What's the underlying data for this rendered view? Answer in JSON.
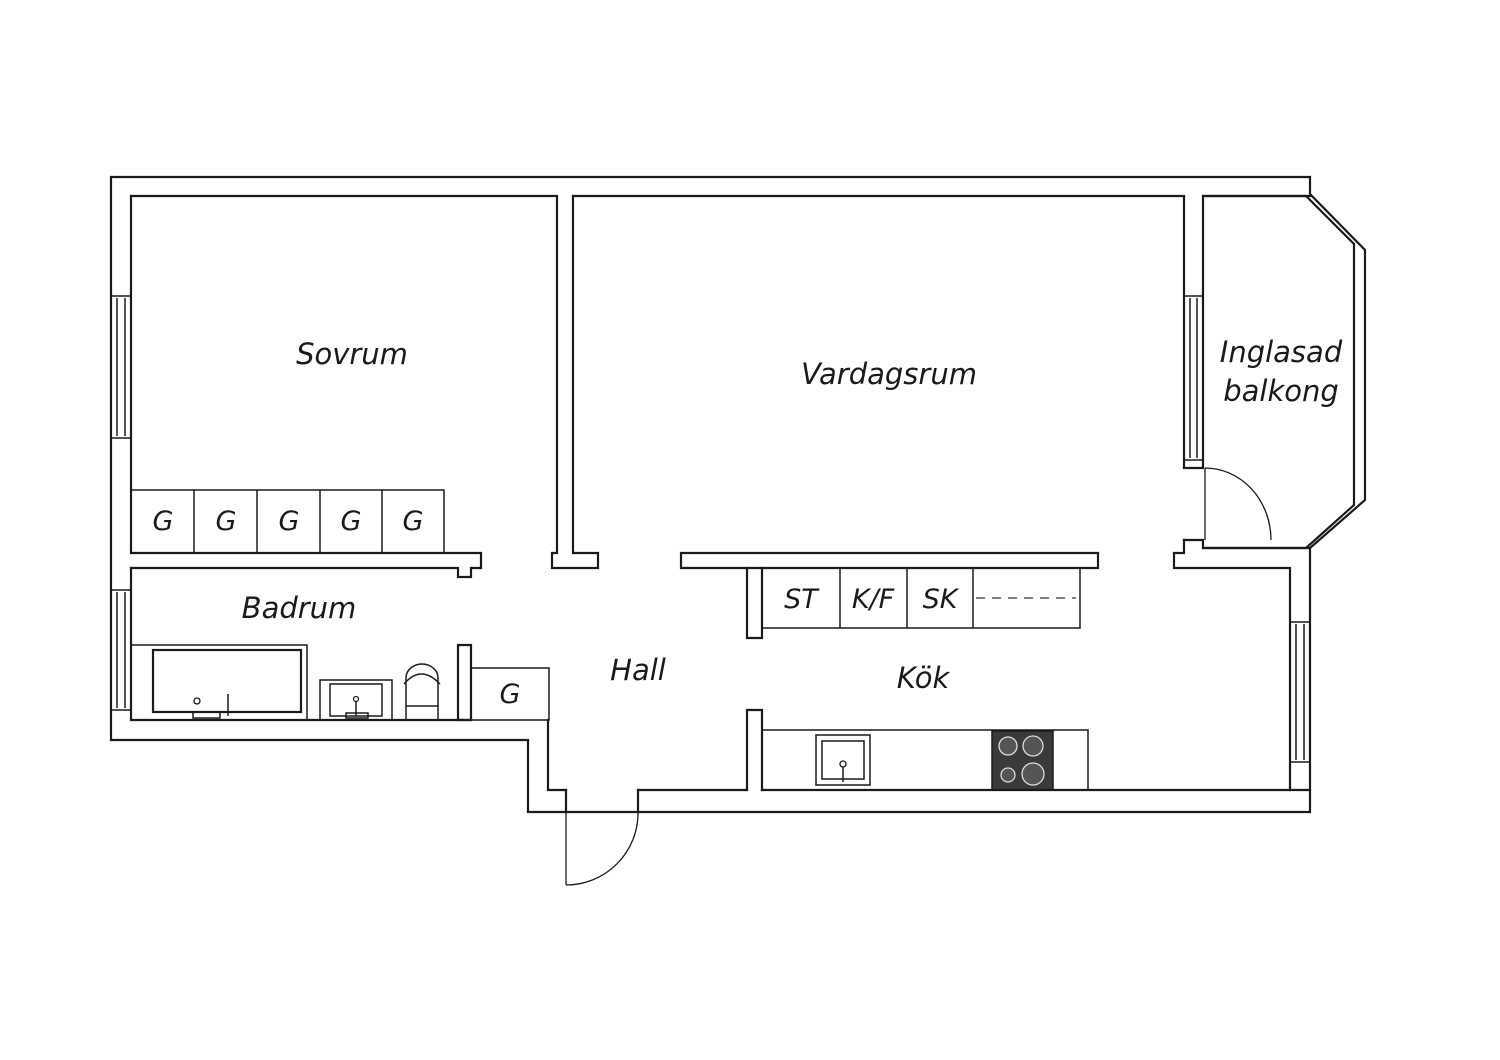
{
  "rooms": {
    "sovrum": "Sovrum",
    "vardagsrum": "Vardagsrum",
    "balkong_line1": "Inglasad",
    "balkong_line2": "balkong",
    "badrum": "Badrum",
    "hall": "Hall",
    "kok": "Kök"
  },
  "closets": {
    "bedroom": [
      "G",
      "G",
      "G",
      "G",
      "G"
    ],
    "hall": "G"
  },
  "appliances": {
    "st": "ST",
    "kf": "K/F",
    "sk": "SK"
  },
  "colors": {
    "wall": "#1a1a1a",
    "stove": "#3a3a3a",
    "background": "#ffffff"
  }
}
